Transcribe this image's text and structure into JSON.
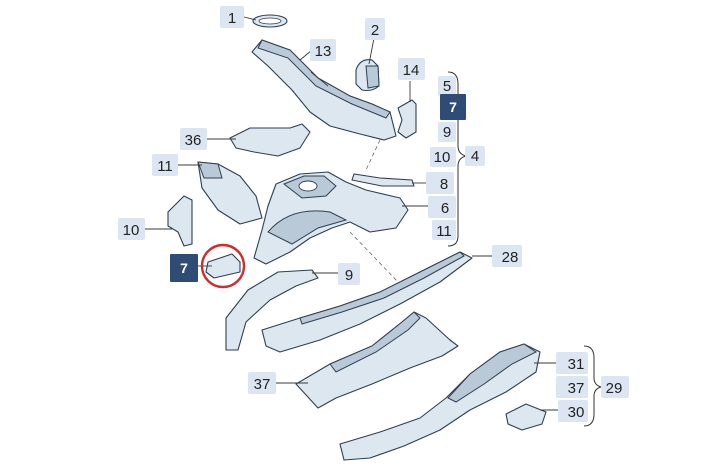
{
  "diagram": {
    "highlight_color": "#d42a2a",
    "label_color": "#dce6f2",
    "highlight_label_color": "#2f4d74",
    "labels": {
      "l1": "1",
      "l2": "2",
      "l13": "13",
      "l14": "14",
      "l36": "36",
      "l11a": "11",
      "l10a": "10",
      "l7a": "7",
      "l9a": "9",
      "l8": "8",
      "l6": "6",
      "l28": "28",
      "l37a": "37",
      "l31": "31",
      "l37b": "37",
      "l30": "30",
      "l29": "29",
      "g5": "5",
      "g7": "7",
      "g9": "9",
      "g10": "10",
      "g11": "11",
      "g4": "4"
    }
  }
}
